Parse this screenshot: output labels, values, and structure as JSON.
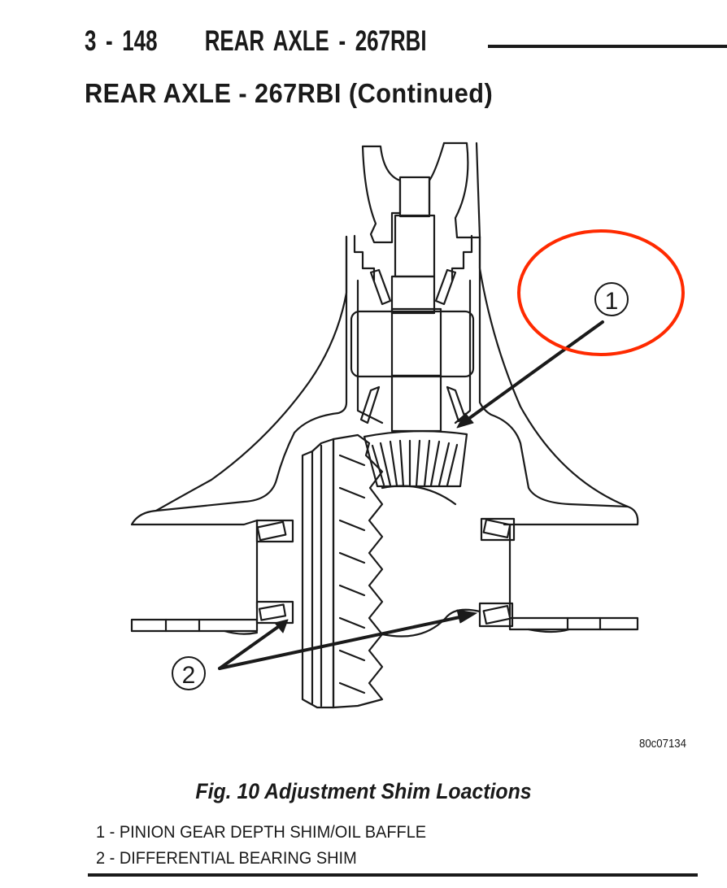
{
  "header": {
    "page_number": "3 - 148",
    "section": "REAR AXLE - 267RBI",
    "full_text": "3 - 148     REAR AXLE - 267RBI"
  },
  "section_title": "REAR AXLE - 267RBI (Continued)",
  "figure": {
    "id": "80c07134",
    "caption": "Fig. 10 Adjustment Shim Loactions",
    "callouts": [
      {
        "number": "1",
        "highlighted": true,
        "highlight_color": "#ff2a00"
      },
      {
        "number": "2",
        "highlighted": false
      }
    ],
    "legend": [
      "1 - PINION GEAR DEPTH SHIM/OIL BAFFLE",
      "2 - DIFFERENTIAL BEARING SHIM"
    ]
  }
}
